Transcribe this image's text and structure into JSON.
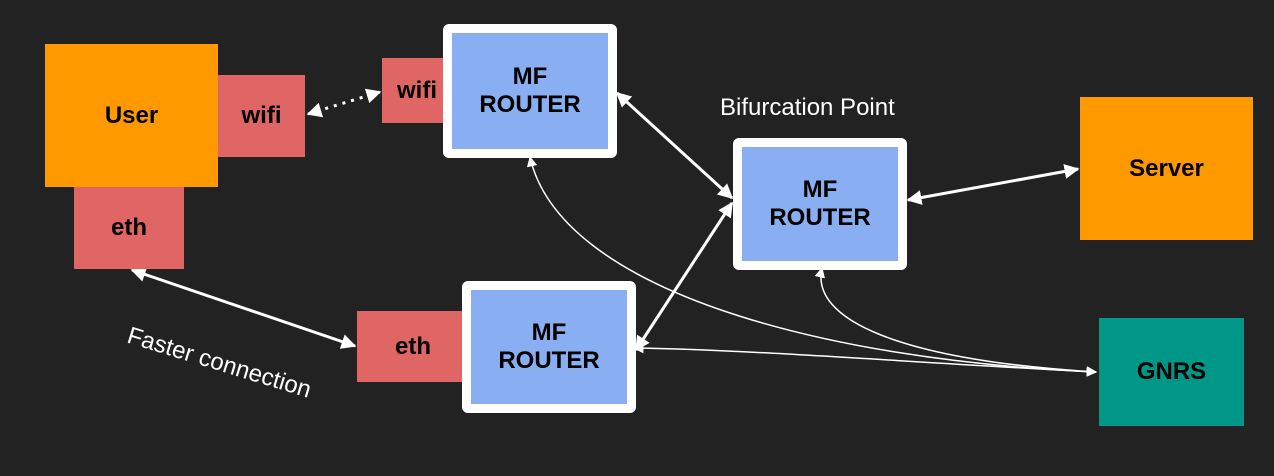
{
  "nodes": {
    "user": {
      "label": "User"
    },
    "user_wifi": {
      "label": "wifi"
    },
    "user_eth": {
      "label": "eth"
    },
    "router_top": {
      "line1": "MF",
      "line2": "ROUTER",
      "iface": "wifi"
    },
    "router_mid": {
      "line1": "MF",
      "line2": "ROUTER"
    },
    "router_bottom": {
      "line1": "MF",
      "line2": "ROUTER",
      "iface": "eth"
    },
    "server": {
      "label": "Server"
    },
    "gnrs": {
      "label": "GNRS"
    }
  },
  "labels": {
    "bifurcation": "Bifurcation Point",
    "faster": "Faster connection"
  },
  "colors": {
    "background": "#222222",
    "endpoint": "#FF9900",
    "interface": "#E06666",
    "router": "#8AAEF2",
    "gnrs": "#009688",
    "edge": "#FFFFFF"
  }
}
